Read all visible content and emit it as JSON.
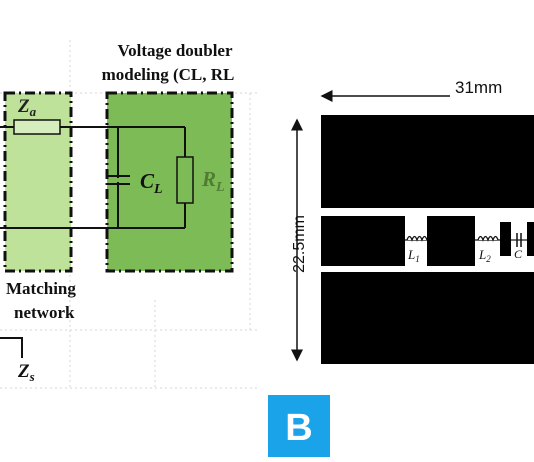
{
  "left_schematic": {
    "title_line1": "Voltage doubler",
    "title_line2": "modeling (CL, RL",
    "za_symbol": "Z",
    "za_sub": "a",
    "cl_symbol": "C",
    "cl_sub": "L",
    "rl_symbol": "R",
    "rl_sub": "L",
    "matching_line1": "Matching",
    "matching_line2": "network",
    "zs_symbol": "Z",
    "zs_sub": "s",
    "colors": {
      "light_green": "#bfe29a",
      "dark_green": "#7dbb57",
      "cl_text": "#111111",
      "rl_text": "#4f7d33"
    }
  },
  "right_layout": {
    "width_label": "31mm",
    "height_label": "22.5mm",
    "l1_symbol": "L",
    "l1_sub": "1",
    "l2_symbol": "L",
    "l2_sub": "2",
    "c_symbol": "C"
  },
  "badge": {
    "label": "B",
    "color": "#1aa3e8"
  }
}
